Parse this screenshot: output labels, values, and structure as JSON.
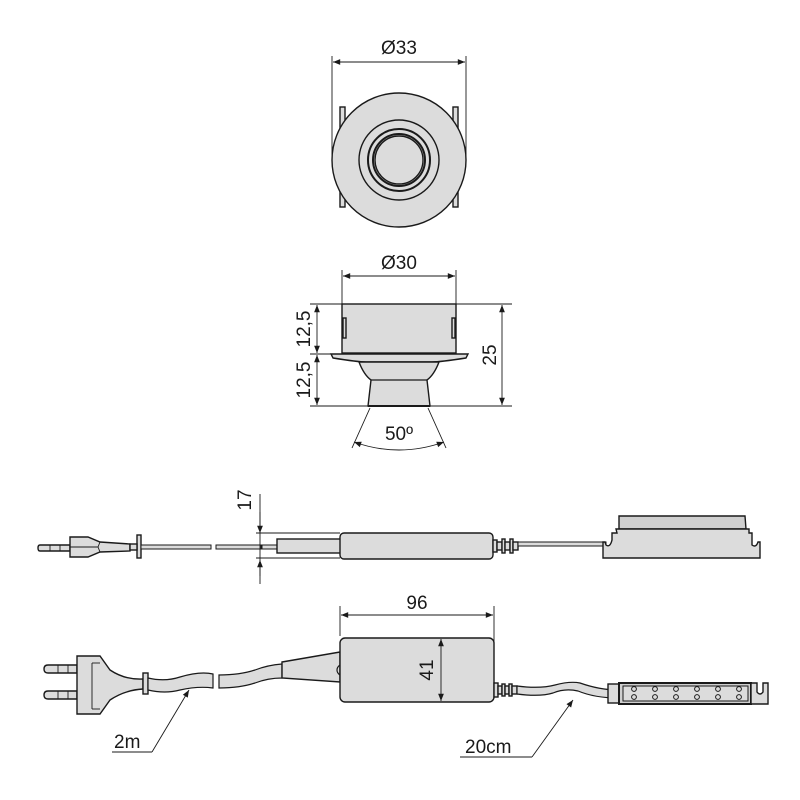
{
  "drawing": {
    "top_view": {
      "diameter_label": "Ø33"
    },
    "side_view": {
      "diameter_label": "Ø30",
      "upper_height_label": "12,5",
      "lower_height_label": "12,5",
      "total_height_label": "25",
      "beam_angle_label": "50º"
    },
    "transformer_side": {
      "thickness_label": "17"
    },
    "transformer_top": {
      "length_label": "96",
      "width_label": "41",
      "cable_plug_label": "2m",
      "cable_light_label": "20cm"
    },
    "colors": {
      "part_fill": "#dcdcdc",
      "outline": "#1a1a1a",
      "background": "#ffffff"
    }
  }
}
